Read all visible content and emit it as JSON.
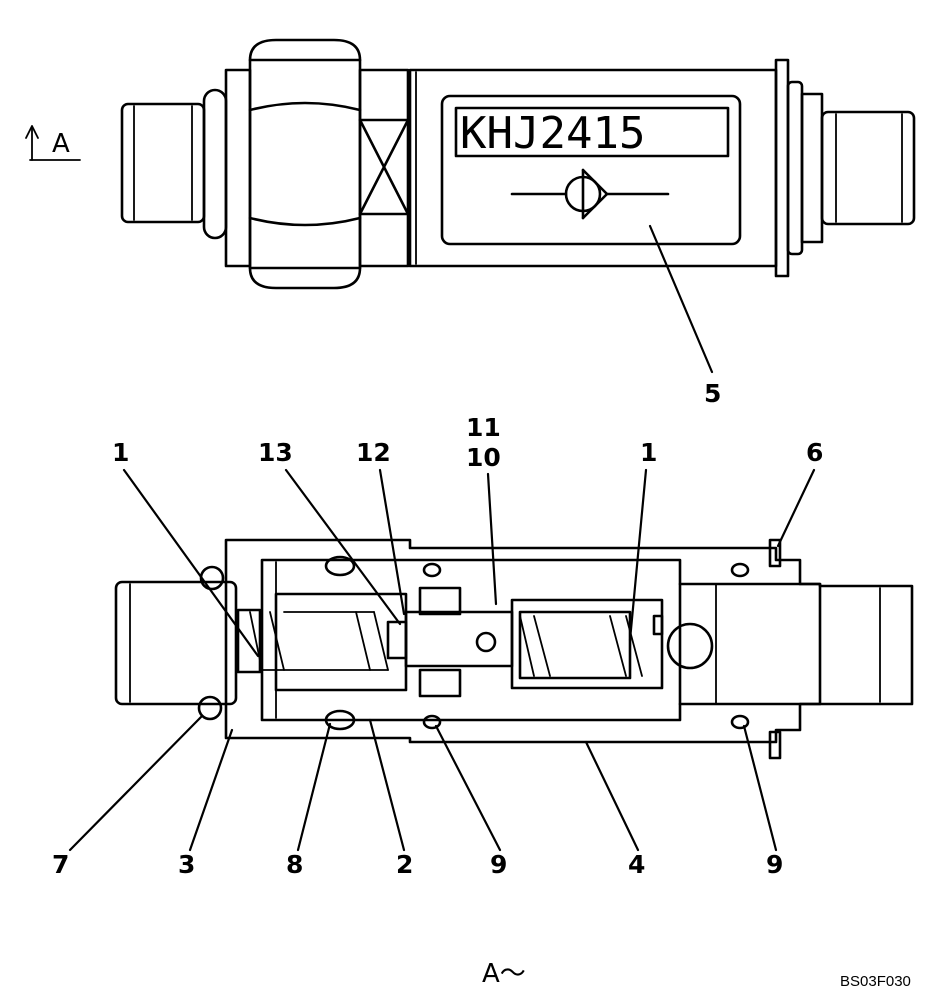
{
  "labels": {
    "part_number": "KHJ2415",
    "view_marker": "A",
    "view_caption": "A～",
    "drawing_code": "BS03F030"
  },
  "callouts": {
    "c1_left": "1",
    "c13": "13",
    "c12": "12",
    "c11": "11",
    "c10": "10",
    "c1_right": "1",
    "c6": "6",
    "c5": "5",
    "c7": "7",
    "c3": "3",
    "c8": "8",
    "c2": "2",
    "c9_left": "9",
    "c4": "4",
    "c9_right": "9"
  },
  "icons": {
    "check_valve_symbol": "check-valve-symbol-icon",
    "section_arrow": "section-arrow-icon"
  }
}
